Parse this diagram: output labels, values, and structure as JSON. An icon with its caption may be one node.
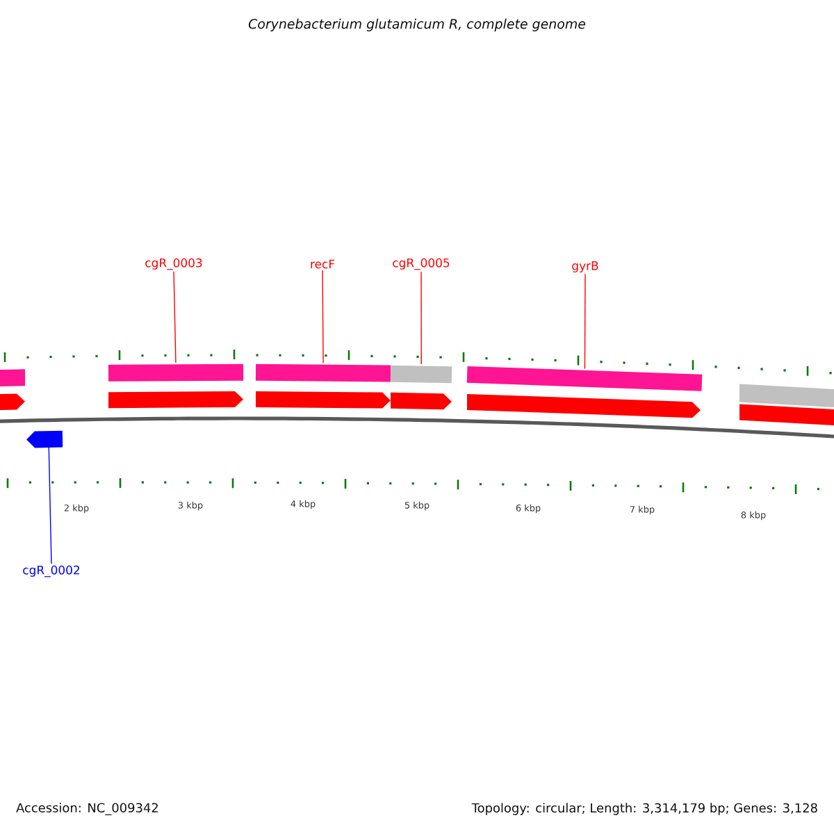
{
  "diagram": {
    "title": "Corynebacterium glutamicum R, complete genome",
    "nodes": [
      {
        "text": [
          "cgR_0003"
        ]
      },
      {
        "text": [
          "recF"
        ]
      },
      {
        "text": [
          "cgR_0005"
        ]
      },
      {
        "text": [
          "gyrB"
        ]
      },
      {
        "text": [],
        "shape": "bar"
      },
      {
        "text": [],
        "shape": "bar"
      },
      {
        "text": [],
        "shape": "bar"
      },
      {
        "text": [],
        "shape": "bar"
      },
      {
        "text": [],
        "shape": "arrow"
      },
      {
        "text": [
          "cgR_0002"
        ]
      }
    ],
    "edges": [
      {
        "from": 0,
        "to": 4,
        "arrow": "none"
      },
      {
        "from": 1,
        "to": 5,
        "arrow": "none"
      },
      {
        "from": 2,
        "to": 6,
        "arrow": "none"
      },
      {
        "from": 3,
        "to": 7,
        "arrow": "none"
      },
      {
        "from": 9,
        "to": 8,
        "arrow": "none",
        "color": "#0000ff"
      }
    ],
    "labels": [
      "2 kbp",
      "3 kbp",
      "4 kbp",
      "5 kbp",
      "6 kbp",
      "7 kbp",
      "8 kbp",
      "Accession: NC_009342",
      "Topology: circular; Length: 3,314,179 bp; Genes: 3,128"
    ]
  }
}
